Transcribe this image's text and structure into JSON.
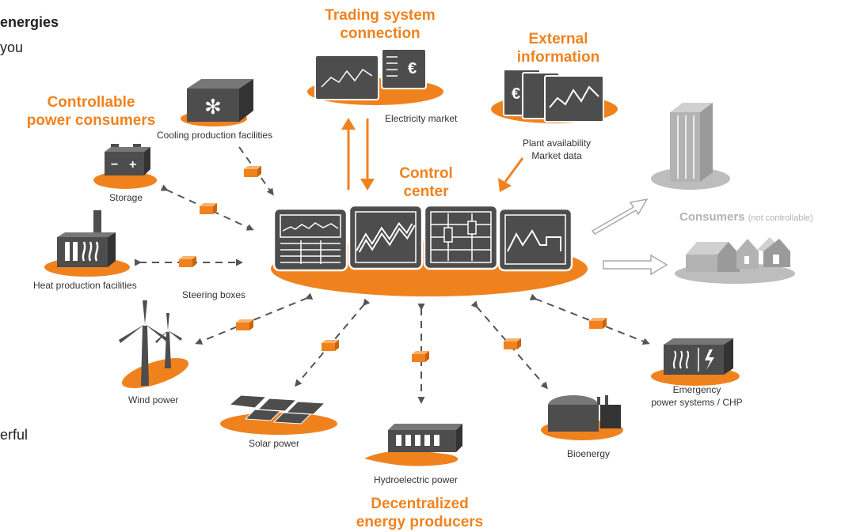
{
  "fragments": {
    "top": "energies",
    "second": "you",
    "bottom": "erful"
  },
  "headings": {
    "trading": [
      "Trading system",
      "connection"
    ],
    "external": [
      "External",
      "information"
    ],
    "controllable": [
      "Controllable",
      "power consumers"
    ],
    "control_center": [
      "Control",
      "center"
    ],
    "decentralized": [
      "Decentralized",
      "energy producers"
    ]
  },
  "labels": {
    "electricity_market": "Electricity market",
    "plant_availability": "Plant availability",
    "market_data": "Market data",
    "cooling": "Cooling production facilities",
    "storage": "Storage",
    "heat": "Heat production facilities",
    "steering_boxes": "Steering boxes",
    "wind": "Wind power",
    "solar": "Solar power",
    "hydro": "Hydroelectric power",
    "bio": "Bioenergy",
    "emergency": [
      "Emergency",
      "power systems / CHP"
    ]
  },
  "consumers": {
    "label": "Consumers",
    "note": "(not controllable)"
  },
  "icons": {
    "euro": "€",
    "plus": "+",
    "minus": "−",
    "snowflake": "✻"
  },
  "colors": {
    "accent": "#f0821e",
    "dark": "#4d4d4d",
    "grey": "#b3b3b3",
    "text": "#333333"
  }
}
